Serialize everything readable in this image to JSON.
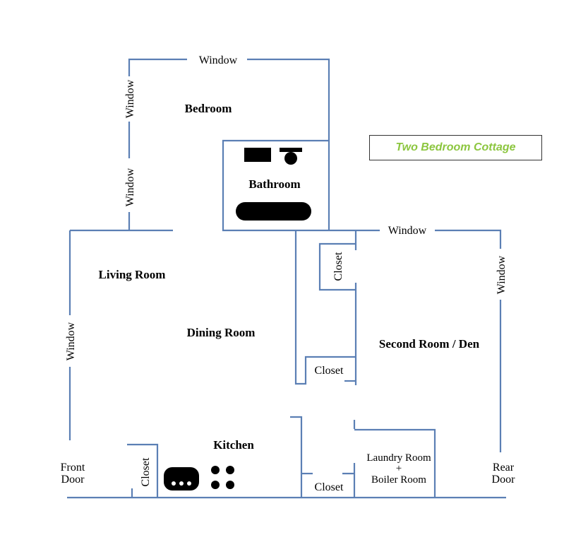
{
  "title": "Two Bedroom Cottage",
  "colors": {
    "wall": "#5b7fb4",
    "title": "#8cc63f",
    "fixture": "#000000"
  },
  "rooms": {
    "bedroom": "Bedroom",
    "bathroom": "Bathroom",
    "living_room": "Living Room",
    "dining_room": "Dining Room",
    "second_room": "Second Room / Den",
    "kitchen": "Kitchen",
    "laundry_line1": "Laundry Room",
    "laundry_plus": "+",
    "laundry_line2": "Boiler Room"
  },
  "labels": {
    "window": "Window",
    "closet": "Closet",
    "front_door_line1": "Front",
    "front_door_line2": "Door",
    "rear_door_line1": "Rear",
    "rear_door_line2": "Door"
  }
}
